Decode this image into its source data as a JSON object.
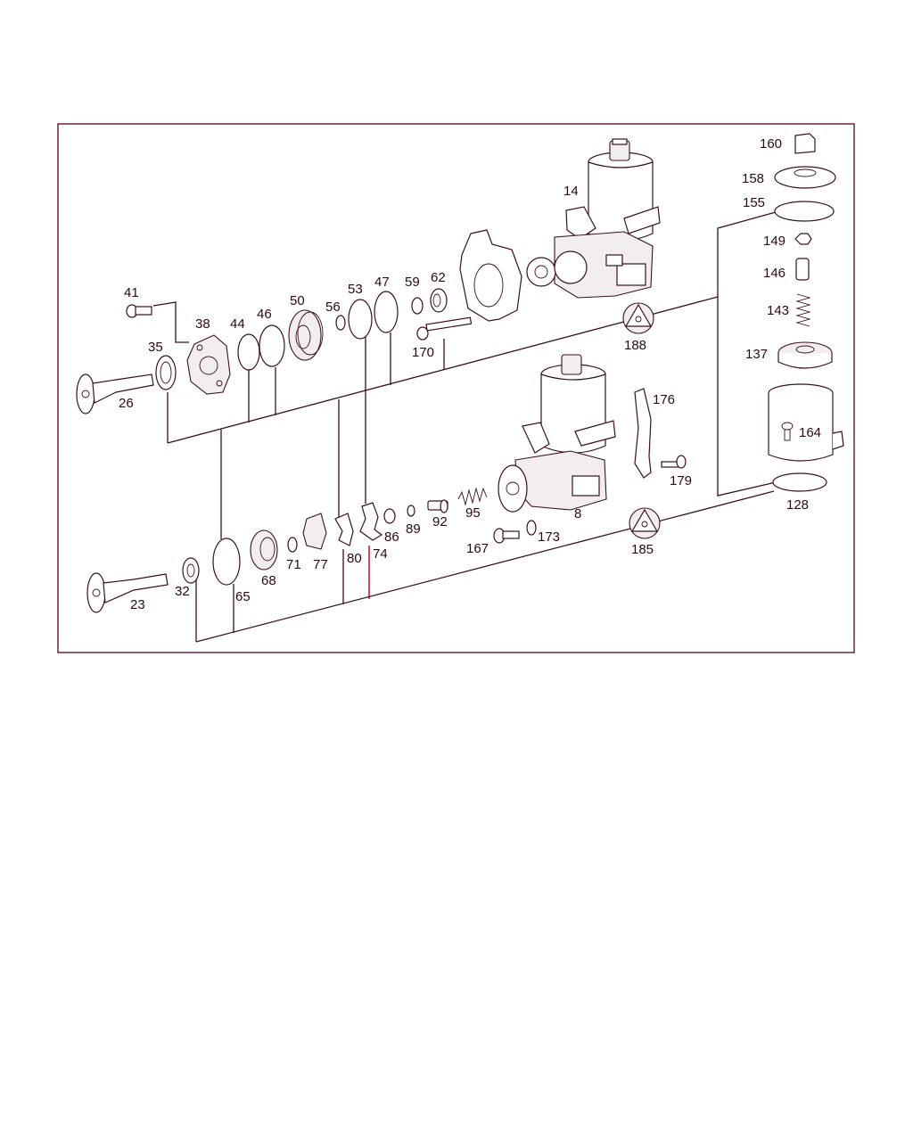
{
  "diagram": {
    "accent_color": "#c0203a",
    "line_color": "#3a1020",
    "labels": {
      "l160": "160",
      "l158": "158",
      "l155": "155",
      "l149": "149",
      "l146": "146",
      "l143": "143",
      "l137": "137",
      "l164": "164",
      "l128": "128",
      "l14": "14",
      "l41": "41",
      "l38": "38",
      "l44": "44",
      "l46": "46",
      "l50": "50",
      "l56": "56",
      "l53": "53",
      "l47": "47",
      "l59": "59",
      "l62": "62",
      "l35": "35",
      "l26": "26",
      "l170": "170",
      "l188": "188",
      "l176": "176",
      "l179": "179",
      "l8": "8",
      "l95": "95",
      "l92": "92",
      "l89": "89",
      "l86": "86",
      "l74": "74",
      "l80": "80",
      "l77": "77",
      "l71": "71",
      "l68": "68",
      "l65": "65",
      "l32": "32",
      "l23": "23",
      "l167": "167",
      "l173": "173",
      "l185": "185"
    }
  }
}
